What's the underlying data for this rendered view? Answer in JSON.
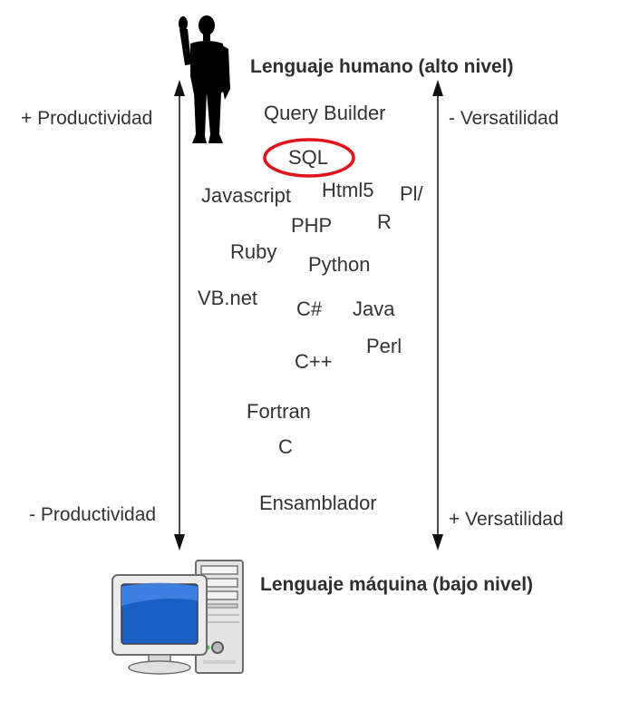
{
  "headings": {
    "top": "Lenguaje humano (alto nivel)",
    "bottom": "Lenguaje máquina (bajo nivel)"
  },
  "left_axis": {
    "top_label": "+ Productividad",
    "bottom_label": "- Productividad"
  },
  "right_axis": {
    "top_label": "- Versatilidad",
    "bottom_label": "+ Versatilidad"
  },
  "languages": [
    "Query Builder",
    "SQL",
    "Javascript",
    "Html5",
    "Pl/",
    "PHP",
    "R",
    "Ruby",
    "Python",
    "VB.net",
    "C#",
    "Java",
    "Perl",
    "C++",
    "Fortran",
    "C",
    "Ensamblador"
  ],
  "highlighted_language": "SQL",
  "icons": {
    "top": "human-silhouette-icon",
    "bottom": "desktop-computer-icon"
  },
  "colors": {
    "highlight_ring": "#e0141b",
    "text": "#333333",
    "arrow": "#111111",
    "screen": "#1a5fc4"
  }
}
